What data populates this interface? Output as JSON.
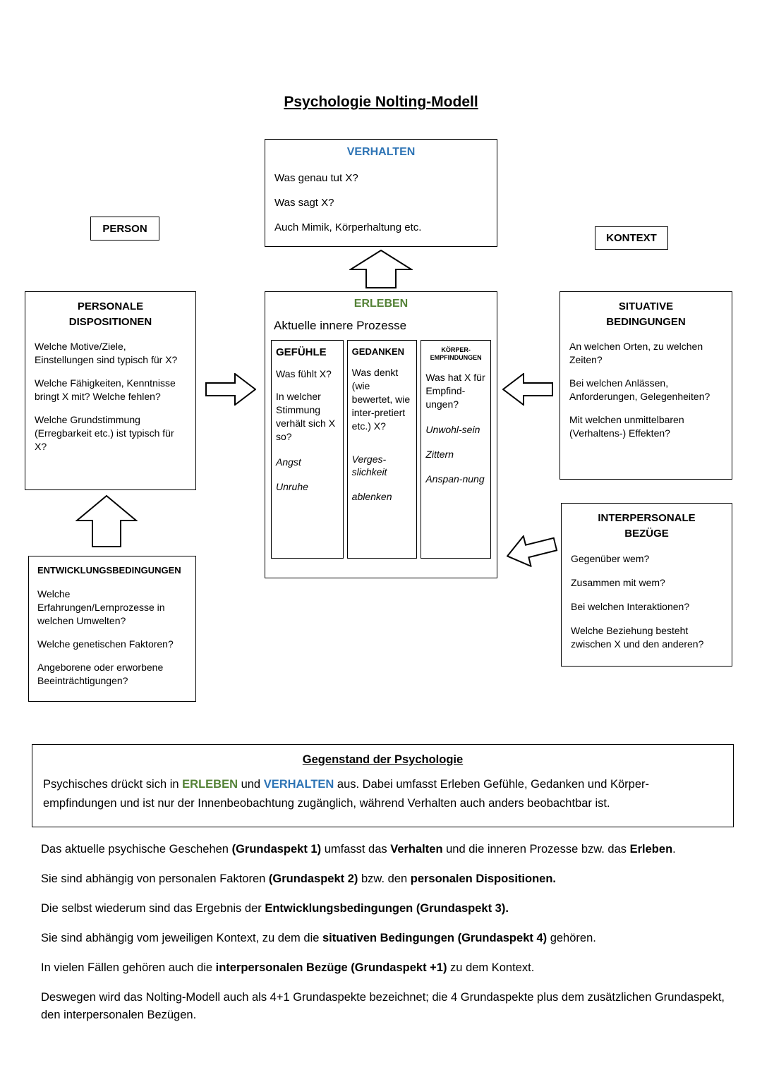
{
  "title": "Psychologie Nolting-Modell",
  "colors": {
    "blue": "#2E74B5",
    "green": "#538135"
  },
  "diagram": {
    "person": {
      "label": "PERSON"
    },
    "kontext": {
      "label": "KONTEXT"
    },
    "verhalten": {
      "title": "VERHALTEN",
      "lines": [
        "Was genau tut X?",
        "Was sagt X?",
        "Auch Mimik, Körperhaltung etc."
      ]
    },
    "personale_dispositionen": {
      "title_lines": [
        "PERSONALE",
        "DISPOSITIONEN"
      ],
      "paragraphs": [
        "Welche Motive/Ziele, Einstellungen sind typisch für X?",
        "Welche Fähigkeiten, Kenntnisse bringt X mit? Welche fehlen?",
        "Welche Grundstimmung (Erregbarkeit etc.) ist typisch für X?"
      ]
    },
    "erleben": {
      "title": "ERLEBEN",
      "subtitle": "Aktuelle innere Prozesse",
      "columns": [
        {
          "header": "GEFÜHLE",
          "questions": [
            "Was fühlt X?",
            "In welcher Stimmung verhält sich X so?"
          ],
          "examples": [
            "Angst",
            "Unruhe"
          ]
        },
        {
          "header": "GEDANKEN",
          "questions": [
            "Was denkt (wie bewertet, wie inter-pretiert etc.) X?"
          ],
          "examples": [
            "Verges-slichkeit",
            "ablenken"
          ]
        },
        {
          "header": "KÖRPER-EMPFINDUNGEN",
          "questions": [
            "Was hat X für Empfind-ungen?"
          ],
          "examples": [
            "Unwohl-sein",
            "Zittern",
            "Anspan-nung"
          ]
        }
      ]
    },
    "situative_bedingungen": {
      "title_lines": [
        "SITUATIVE",
        "BEDINGUNGEN"
      ],
      "paragraphs": [
        "An welchen Orten, zu welchen Zeiten?",
        "Bei welchen Anlässen, Anforderungen, Gelegenheiten?",
        "Mit welchen unmittelbaren (Verhaltens-) Effekten?"
      ]
    },
    "interpersonale_bezuege": {
      "title_lines": [
        "INTERPERSONALE",
        "BEZÜGE"
      ],
      "paragraphs": [
        "Gegenüber wem?",
        "Zusammen mit wem?",
        "Bei welchen Interaktionen?",
        "Welche Beziehung besteht zwischen X und den anderen?"
      ]
    },
    "entwicklungsbedingungen": {
      "title": "ENTWICKLUNGSBEDINGUNGEN",
      "paragraphs": [
        "Welche Erfahrungen/Lernprozesse in welchen Umwelten?",
        "Welche genetischen Faktoren?",
        "Angeborene oder erworbene Beeinträchtigungen?"
      ]
    }
  },
  "summary_box": {
    "title": "Gegenstand der Psychologie",
    "paragraph": [
      {
        "t": "Psychisches drückt sich in "
      },
      {
        "t": "ERLEBEN",
        "b": true,
        "c": "#538135"
      },
      {
        "t": " und "
      },
      {
        "t": "VERHALTEN",
        "b": true,
        "c": "#2E74B5"
      },
      {
        "t": " aus. Dabei umfasst Erleben Gefühle, Gedanken und Körper-empfindungen und ist nur der Innenbeobachtung zugänglich, während Verhalten auch anders beobachtbar ist."
      }
    ]
  },
  "body_paragraphs": [
    [
      {
        "t": "Das aktuelle psychische Geschehen "
      },
      {
        "t": "(Grundaspekt 1)",
        "b": true
      },
      {
        "t": " umfasst das "
      },
      {
        "t": "Verhalten",
        "b": true
      },
      {
        "t": " und die inneren Prozesse bzw. das "
      },
      {
        "t": "Erleben",
        "b": true
      },
      {
        "t": "."
      }
    ],
    [
      {
        "t": "Sie sind abhängig von personalen Faktoren "
      },
      {
        "t": "(Grundaspekt 2)",
        "b": true
      },
      {
        "t": " bzw. den "
      },
      {
        "t": "personalen Dispositionen.",
        "b": true
      }
    ],
    [
      {
        "t": "Die selbst wiederum sind das Ergebnis der "
      },
      {
        "t": "Entwicklungsbedingungen (Grundaspekt 3).",
        "b": true
      }
    ],
    [
      {
        "t": "Sie sind abhängig vom jeweiligen Kontext, zu dem die "
      },
      {
        "t": "situativen Bedingungen (Grundaspekt 4)",
        "b": true
      },
      {
        "t": " gehören."
      }
    ],
    [
      {
        "t": "In vielen Fällen gehören auch die "
      },
      {
        "t": "interpersonalen Bezüge (Grundaspekt +1)",
        "b": true
      },
      {
        "t": " zu dem Kontext."
      }
    ],
    [
      {
        "t": "Deswegen wird das Nolting-Modell auch als 4+1 Grundaspekte bezeichnet; die 4 Grundaspekte plus dem zusätzlichen Grundaspekt, den interpersonalen Bezügen."
      }
    ]
  ]
}
